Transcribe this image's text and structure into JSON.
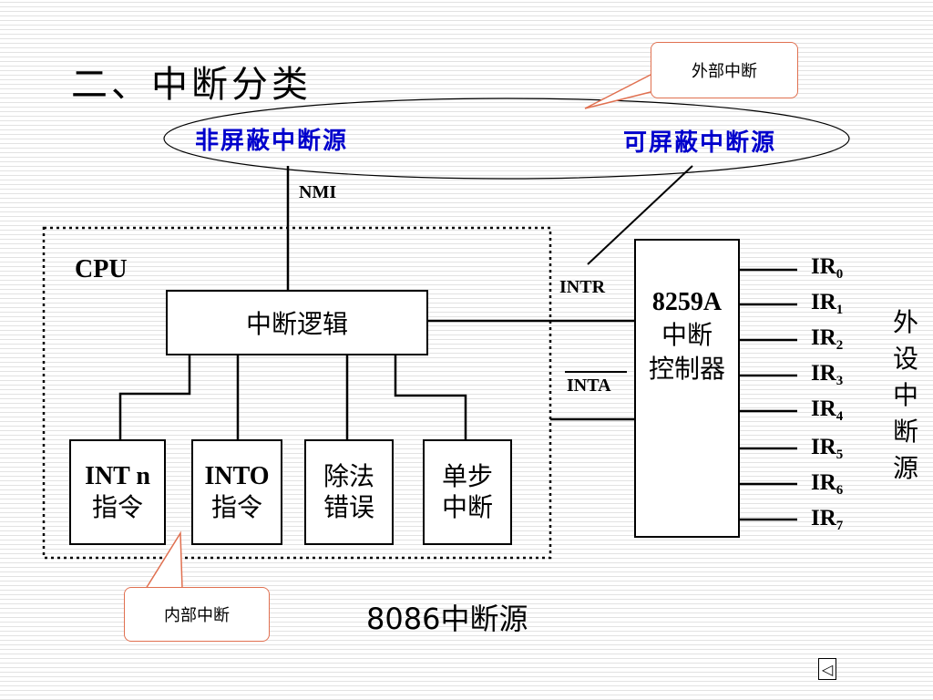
{
  "title": "二、中断分类",
  "callouts": {
    "external": "外部中断",
    "internal": "内部中断"
  },
  "sources": {
    "non_maskable": "非屏蔽中断源",
    "maskable": "可屏蔽中断源"
  },
  "signals": {
    "nmi": "NMI",
    "intr": "INTR",
    "inta": "INTA"
  },
  "cpu_label": "CPU",
  "interrupt_logic": "中断逻辑",
  "controller": {
    "line1": "8259A",
    "line2": "中断",
    "line3": "控制器"
  },
  "internal_boxes": [
    {
      "line1": "INT n",
      "line2": "指令"
    },
    {
      "line1": "INTO",
      "line2": "指令"
    },
    {
      "line1": "除法",
      "line2": "错误"
    },
    {
      "line1": "单步",
      "line2": "中断"
    }
  ],
  "ir_lines": [
    {
      "base": "IR",
      "sub": "0"
    },
    {
      "base": "IR",
      "sub": "1"
    },
    {
      "base": "IR",
      "sub": "2"
    },
    {
      "base": "IR",
      "sub": "3"
    },
    {
      "base": "IR",
      "sub": "4"
    },
    {
      "base": "IR",
      "sub": "5"
    },
    {
      "base": "IR",
      "sub": "6"
    },
    {
      "base": "IR",
      "sub": "7"
    }
  ],
  "peripheral_source": [
    "外",
    "设",
    "中",
    "断",
    "源"
  ],
  "caption": "8086中断源",
  "nav": {
    "back_icon": "◁"
  },
  "colors": {
    "source_label": "#0000cc",
    "callout_border": "#e07050"
  }
}
